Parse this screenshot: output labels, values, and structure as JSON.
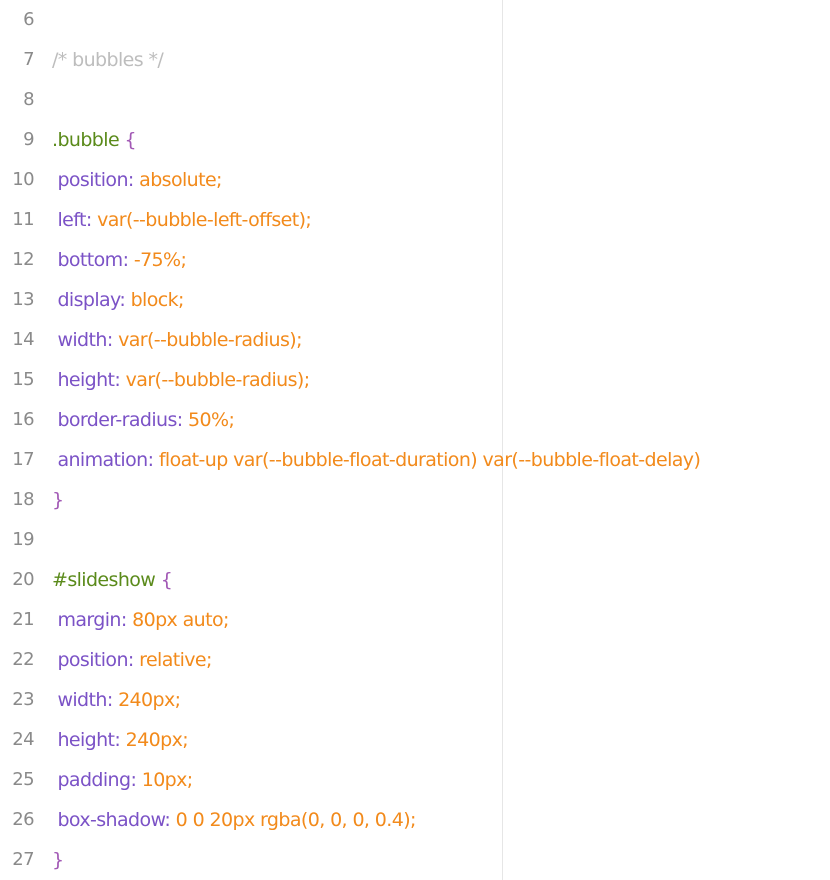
{
  "editor": {
    "lines": [
      {
        "num": "6",
        "tokens": []
      },
      {
        "num": "7",
        "tokens": [
          {
            "t": "/* bubbles */",
            "c": "comment"
          }
        ]
      },
      {
        "num": "8",
        "tokens": []
      },
      {
        "num": "9",
        "tokens": [
          {
            "t": ".bubble",
            "c": "selector"
          },
          {
            "t": " ",
            "c": "plain"
          },
          {
            "t": "{",
            "c": "brace"
          }
        ]
      },
      {
        "num": "10",
        "tokens": [
          {
            "t": " position",
            "c": "prop"
          },
          {
            "t": ": ",
            "c": "prop"
          },
          {
            "t": "absolute",
            "c": "val"
          },
          {
            "t": ";",
            "c": "punct"
          }
        ]
      },
      {
        "num": "11",
        "tokens": [
          {
            "t": " left",
            "c": "prop"
          },
          {
            "t": ": ",
            "c": "prop"
          },
          {
            "t": "var(--bubble-left-offset)",
            "c": "val"
          },
          {
            "t": ";",
            "c": "punct"
          }
        ]
      },
      {
        "num": "12",
        "tokens": [
          {
            "t": " bottom",
            "c": "prop"
          },
          {
            "t": ": ",
            "c": "prop"
          },
          {
            "t": "-75%",
            "c": "val"
          },
          {
            "t": ";",
            "c": "punct"
          }
        ]
      },
      {
        "num": "13",
        "tokens": [
          {
            "t": " display",
            "c": "prop"
          },
          {
            "t": ": ",
            "c": "prop"
          },
          {
            "t": "block",
            "c": "val"
          },
          {
            "t": ";",
            "c": "punct"
          }
        ]
      },
      {
        "num": "14",
        "tokens": [
          {
            "t": " width",
            "c": "prop"
          },
          {
            "t": ": ",
            "c": "prop"
          },
          {
            "t": "var(--bubble-radius)",
            "c": "val"
          },
          {
            "t": ";",
            "c": "punct"
          }
        ]
      },
      {
        "num": "15",
        "tokens": [
          {
            "t": " height",
            "c": "prop"
          },
          {
            "t": ": ",
            "c": "prop"
          },
          {
            "t": "var(--bubble-radius)",
            "c": "val"
          },
          {
            "t": ";",
            "c": "punct"
          }
        ]
      },
      {
        "num": "16",
        "tokens": [
          {
            "t": " border-radius",
            "c": "prop"
          },
          {
            "t": ": ",
            "c": "prop"
          },
          {
            "t": "50%",
            "c": "val"
          },
          {
            "t": ";",
            "c": "punct"
          }
        ]
      },
      {
        "num": "17",
        "tokens": [
          {
            "t": " animation",
            "c": "prop"
          },
          {
            "t": ": ",
            "c": "prop"
          },
          {
            "t": "float-up var(--bubble-float-duration) var(--bubble-float-delay)",
            "c": "val"
          }
        ]
      },
      {
        "num": "18",
        "tokens": [
          {
            "t": "}",
            "c": "brace"
          }
        ]
      },
      {
        "num": "19",
        "tokens": []
      },
      {
        "num": "20",
        "tokens": [
          {
            "t": "#slideshow",
            "c": "selector"
          },
          {
            "t": " ",
            "c": "plain"
          },
          {
            "t": "{",
            "c": "brace"
          }
        ]
      },
      {
        "num": "21",
        "tokens": [
          {
            "t": " margin",
            "c": "prop"
          },
          {
            "t": ": ",
            "c": "prop"
          },
          {
            "t": "80px auto",
            "c": "val"
          },
          {
            "t": ";",
            "c": "punct"
          }
        ]
      },
      {
        "num": "22",
        "tokens": [
          {
            "t": " position",
            "c": "prop"
          },
          {
            "t": ": ",
            "c": "prop"
          },
          {
            "t": "relative",
            "c": "val"
          },
          {
            "t": ";",
            "c": "punct"
          }
        ]
      },
      {
        "num": "23",
        "tokens": [
          {
            "t": " width",
            "c": "prop"
          },
          {
            "t": ": ",
            "c": "prop"
          },
          {
            "t": "240px",
            "c": "val"
          },
          {
            "t": ";",
            "c": "punct"
          }
        ]
      },
      {
        "num": "24",
        "tokens": [
          {
            "t": " height",
            "c": "prop"
          },
          {
            "t": ": ",
            "c": "prop"
          },
          {
            "t": "240px",
            "c": "val"
          },
          {
            "t": ";",
            "c": "punct"
          }
        ]
      },
      {
        "num": "25",
        "tokens": [
          {
            "t": " padding",
            "c": "prop"
          },
          {
            "t": ": ",
            "c": "prop"
          },
          {
            "t": "10px",
            "c": "val"
          },
          {
            "t": ";",
            "c": "punct"
          }
        ]
      },
      {
        "num": "26",
        "tokens": [
          {
            "t": " box-shadow",
            "c": "prop"
          },
          {
            "t": ": ",
            "c": "prop"
          },
          {
            "t": "0 0 20px rgba(0, 0, 0, 0.4)",
            "c": "val"
          },
          {
            "t": ";",
            "c": "punct"
          }
        ]
      },
      {
        "num": "27",
        "tokens": [
          {
            "t": "}",
            "c": "brace"
          }
        ]
      }
    ]
  },
  "colors": {
    "comment": "#bdbdbd",
    "selector": "#5a8a1a",
    "brace": "#a259b5",
    "property": "#7b52c6",
    "value": "#f28a1b",
    "gutter": "#8a8a8a",
    "background": "#ffffff"
  }
}
